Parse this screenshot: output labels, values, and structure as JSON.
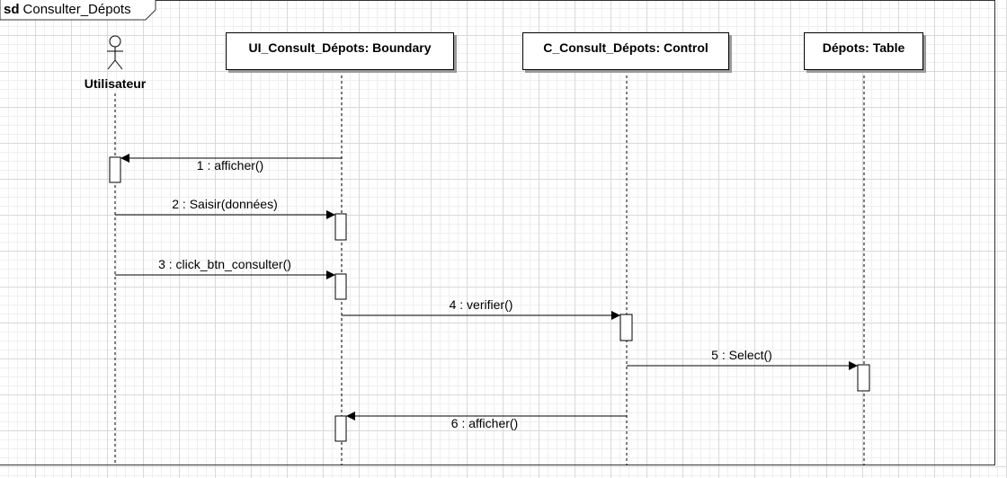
{
  "frame": {
    "keyword": "sd",
    "name": "Consulter_Dépots"
  },
  "actor": {
    "name": "Utilisateur"
  },
  "lifelines": [
    {
      "id": "boundary",
      "label": "UI_Consult_Dépots: Boundary"
    },
    {
      "id": "control",
      "label": "C_Consult_Dépots: Control"
    },
    {
      "id": "table",
      "label": "Dépots: Table"
    }
  ],
  "messages": [
    {
      "label": "1 : afficher()",
      "from": "boundary",
      "to": "actor"
    },
    {
      "label": "2 : Saisir(données)",
      "from": "actor",
      "to": "boundary"
    },
    {
      "label": "3 : click_btn_consulter()",
      "from": "actor",
      "to": "boundary"
    },
    {
      "label": "4 : verifier()",
      "from": "boundary",
      "to": "control"
    },
    {
      "label": "5 : Select()",
      "from": "control",
      "to": "table"
    },
    {
      "label": "6 : afficher()",
      "from": "control",
      "to": "boundary"
    }
  ]
}
